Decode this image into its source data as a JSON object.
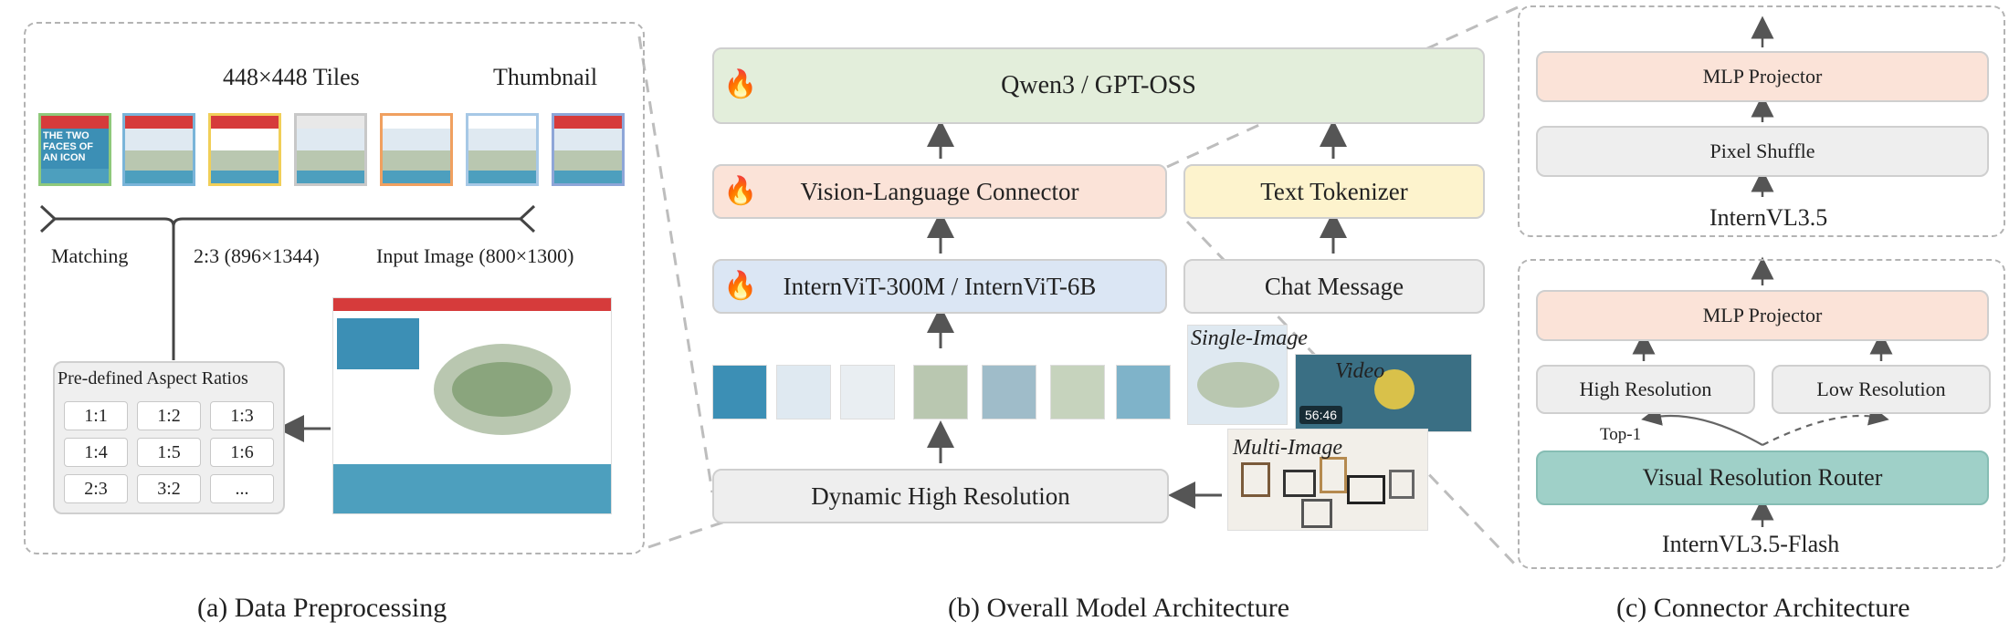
{
  "panel_a": {
    "tiles_label": "448×448 Tiles",
    "thumbnail_label": "Thumbnail",
    "matching_label": "Matching",
    "ratio_label": "2:3 (896×1344)",
    "input_label": "Input Image (800×1300)",
    "aspect_title": "Pre-defined Aspect Ratios",
    "aspect_ratios": [
      "1:1",
      "1:2",
      "1:3",
      "1:4",
      "1:5",
      "1:6",
      "2:3",
      "3:2",
      "..."
    ],
    "caption": "(a) Data Preprocessing",
    "tile_headline": "THE TWO FACES OF AN ICON"
  },
  "panel_b": {
    "llm": "Qwen3 / GPT-OSS",
    "connector": "Vision-Language Connector",
    "tokenizer": "Text Tokenizer",
    "vit": "InternViT-300M / InternViT-6B",
    "chat": "Chat Message",
    "dynamic": "Dynamic High Resolution",
    "single_image": "Single-Image",
    "video": "Video",
    "video_time": "56:46",
    "multi_image": "Multi-Image",
    "caption": "(b) Overall Model Architecture",
    "fire_icon": "🔥"
  },
  "panel_c": {
    "top_mlp": "MLP Projector",
    "pixel_shuffle": "Pixel Shuffle",
    "internvl": "InternVL3.5",
    "bottom_mlp": "MLP Projector",
    "high_res": "High Resolution",
    "low_res": "Low Resolution",
    "top1": "Top-1",
    "router": "Visual Resolution Router",
    "flash": "InternVL3.5-Flash",
    "caption": "(c) Connector Architecture"
  },
  "colors": {
    "llm": "#e3eedb",
    "connector": "#fbe3d8",
    "vit": "#dbe6f4",
    "tokenizer": "#fdf3cd",
    "router": "#9fd0c8",
    "neutral": "#eeeeee"
  }
}
